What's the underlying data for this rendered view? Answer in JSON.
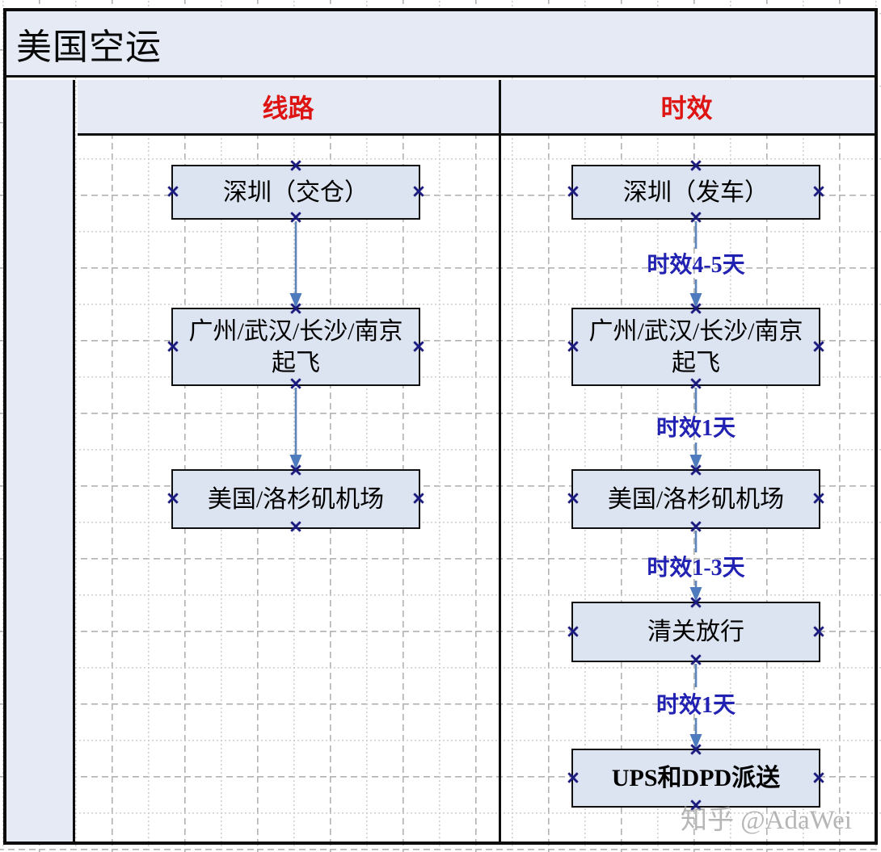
{
  "window": {
    "title": "美国空运"
  },
  "watermark": {
    "text": "知乎 @AdaWei"
  },
  "lanes": {
    "route": {
      "header": "线路",
      "nodes": [
        {
          "label": "深圳（交仓）"
        },
        {
          "label": "广州/武汉/长沙/南京起飞"
        },
        {
          "label": "美国/洛杉矶机场"
        }
      ]
    },
    "timing": {
      "header": "时效",
      "nodes": [
        {
          "label": "深圳（发车）"
        },
        {
          "label": "广州/武汉/长沙/南京起飞"
        },
        {
          "label": "美国/洛杉矶机场"
        },
        {
          "label": "清关放行"
        },
        {
          "label": "UPS和DPD派送"
        }
      ],
      "edge_labels": [
        {
          "label": "时效4-5天"
        },
        {
          "label": "时效1天"
        },
        {
          "label": "时效1-3天"
        },
        {
          "label": "时效1天"
        }
      ]
    }
  },
  "colors": {
    "band_fill": "#e5eaf5",
    "node_fill": "#dde4f1",
    "line_black": "#0d0d0d",
    "header_red": "#dd1411",
    "edge_label_blue": "#2121b2",
    "connection_marker_navy": "#1a1a7e",
    "arrow_blue": "#4d7bbd",
    "grid_major": "#b2b2b2",
    "grid_minor": "#c9c9c9"
  }
}
